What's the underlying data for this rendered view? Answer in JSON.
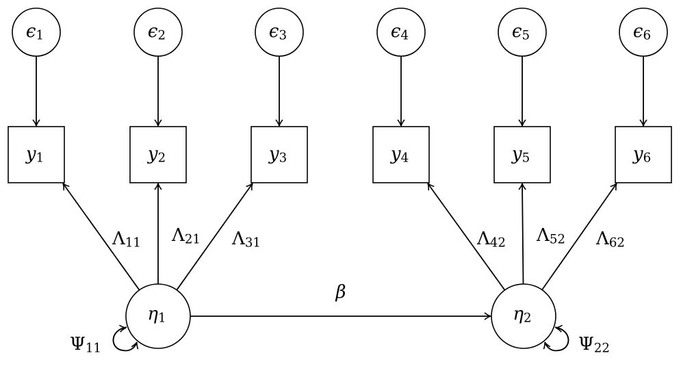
{
  "diagram": {
    "type": "structural-equation-model",
    "errors": [
      {
        "id": "e1",
        "symbol": "ϵ",
        "sub": "1"
      },
      {
        "id": "e2",
        "symbol": "ϵ",
        "sub": "2"
      },
      {
        "id": "e3",
        "symbol": "ϵ",
        "sub": "3"
      },
      {
        "id": "e4",
        "symbol": "ϵ",
        "sub": "4"
      },
      {
        "id": "e5",
        "symbol": "ϵ",
        "sub": "5"
      },
      {
        "id": "e6",
        "symbol": "ϵ",
        "sub": "6"
      }
    ],
    "observed": [
      {
        "id": "y1",
        "symbol": "y",
        "sub": "1"
      },
      {
        "id": "y2",
        "symbol": "y",
        "sub": "2"
      },
      {
        "id": "y3",
        "symbol": "y",
        "sub": "3"
      },
      {
        "id": "y4",
        "symbol": "y",
        "sub": "4"
      },
      {
        "id": "y5",
        "symbol": "y",
        "sub": "5"
      },
      {
        "id": "y6",
        "symbol": "y",
        "sub": "6"
      }
    ],
    "latent": [
      {
        "id": "eta1",
        "symbol": "η",
        "sub": "1"
      },
      {
        "id": "eta2",
        "symbol": "η",
        "sub": "2"
      }
    ],
    "loadings": [
      {
        "from": "eta1",
        "to": "y1",
        "symbol": "Λ",
        "sub": "11"
      },
      {
        "from": "eta1",
        "to": "y2",
        "symbol": "Λ",
        "sub": "21"
      },
      {
        "from": "eta1",
        "to": "y3",
        "symbol": "Λ",
        "sub": "31"
      },
      {
        "from": "eta2",
        "to": "y4",
        "symbol": "Λ",
        "sub": "42"
      },
      {
        "from": "eta2",
        "to": "y5",
        "symbol": "Λ",
        "sub": "52"
      },
      {
        "from": "eta2",
        "to": "y6",
        "symbol": "Λ",
        "sub": "62"
      }
    ],
    "regression": {
      "from": "eta1",
      "to": "eta2",
      "symbol": "β"
    },
    "variances": [
      {
        "on": "eta1",
        "symbol": "Ψ",
        "sub": "11"
      },
      {
        "on": "eta2",
        "symbol": "Ψ",
        "sub": "22"
      }
    ]
  }
}
